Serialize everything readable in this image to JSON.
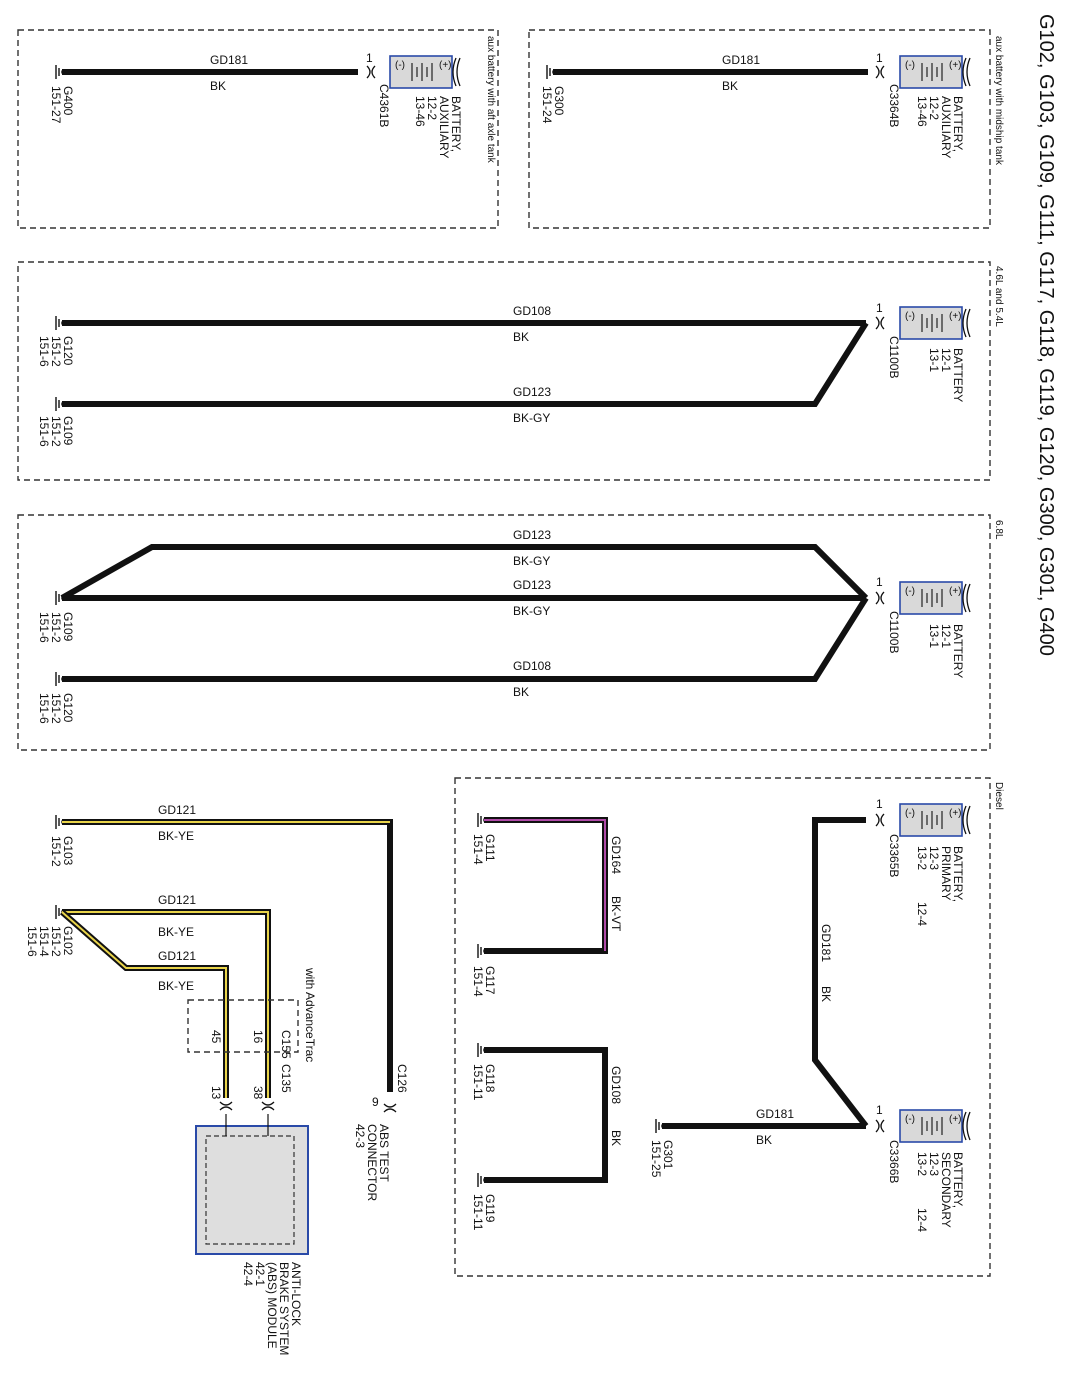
{
  "title": "G102, G103, G109, G111, G117, G118, G119, G120, G300, G301, G400",
  "sections": {
    "aft": {
      "label": "aux battery with aft axle tank",
      "circuit": "GD181",
      "color": "BK",
      "ground": [
        "G400",
        "151-27"
      ],
      "pin": "1",
      "connector": "C4361B",
      "battery": [
        "BATTERY,",
        "AUXILIARY",
        "12-2",
        "13-46"
      ]
    },
    "midship": {
      "label": "aux battery with midship tank",
      "circuit": "GD181",
      "color": "BK",
      "ground": [
        "G300",
        "151-24"
      ],
      "pin": "1",
      "connector": "C3364B",
      "battery": [
        "BATTERY,",
        "AUXILIARY",
        "12-2",
        "13-46"
      ]
    },
    "v46": {
      "label": "4.6L and 5.4L",
      "wire1_circuit": "GD108",
      "wire1_color": "BK",
      "wire2_circuit": "GD123",
      "wire2_color": "BK-GY",
      "ground1": [
        "G120",
        "151-2",
        "151-6"
      ],
      "ground2": [
        "G109",
        "151-2",
        "151-6"
      ],
      "pin": "1",
      "connector": "C1100B",
      "battery": [
        "BATTERY",
        "12-1",
        "13-1"
      ]
    },
    "v68": {
      "label": "6.8L",
      "wire1_circuit": "GD123",
      "wire1_color": "BK-GY",
      "wire2_circuit": "GD123",
      "wire2_color": "BK-GY",
      "wire3_circuit": "GD108",
      "wire3_color": "BK",
      "ground1": [
        "G109",
        "151-2",
        "151-6"
      ],
      "ground2": [
        "G120",
        "151-2",
        "151-6"
      ],
      "pin": "1",
      "connector": "C1100B",
      "battery": [
        "BATTERY",
        "12-1",
        "13-1"
      ]
    },
    "diesel": {
      "label": "Diesel",
      "primary_battery": [
        "BATTERY,",
        "PRIMARY",
        "12-3",
        "13-2",
        "12-4"
      ],
      "primary_pin": "1",
      "primary_connector": "C3365B",
      "secondary_battery": [
        "BATTERY,",
        "SECONDARY",
        "12-3",
        "13-2",
        "12-4"
      ],
      "secondary_pin": "1",
      "secondary_connector": "C3366B",
      "link_circuit": "GD181",
      "link_color": "BK",
      "ground_circuit": "GD181",
      "ground_color": "BK",
      "ground": [
        "G301",
        "151-25"
      ],
      "gd164_circuit": "GD164",
      "gd164_color": "BK-VT",
      "g111": [
        "G111",
        "151-4"
      ],
      "g117": [
        "G117",
        "151-4"
      ],
      "gd108_circuit": "GD108",
      "gd108_color": "BK",
      "g118": [
        "G118",
        "151-11"
      ],
      "g119": [
        "G119",
        "151-11"
      ]
    },
    "abs": {
      "w1_circuit": "GD121",
      "w1_color": "BK-YE",
      "w2_circuit": "GD121",
      "w2_color": "BK-YE",
      "w3_circuit": "GD121",
      "w3_color": "BK-YE",
      "g103": [
        "G103",
        "151-2"
      ],
      "g102": [
        "G102",
        "151-2",
        "151-4",
        "151-6"
      ],
      "advtrac_label": "with AdvanceTrac",
      "c155": "C155",
      "c155_pin_a": "16",
      "c155_pin_b": "45",
      "c135": "C135",
      "c135_pin_a": "38",
      "c135_pin_b": "13",
      "c126": "C126",
      "c126_pin": "9",
      "test_connector": [
        "ABS TEST",
        "CONNECTOR",
        "42-3"
      ],
      "module": [
        "ANTI-LOCK",
        "BRAKE SYSTEM",
        "(ABS) MODULE",
        "42-1",
        "42-4"
      ]
    }
  }
}
